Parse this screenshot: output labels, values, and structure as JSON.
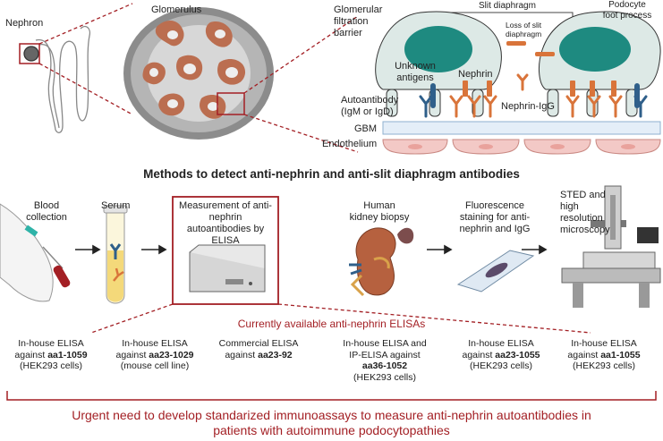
{
  "top": {
    "nephron": "Nephron",
    "glomerulus": "Glomerulus",
    "gfb_line1": "Glomerular",
    "gfb_line2": "filtration",
    "gfb_line3": "barrier",
    "slit_diaphragm": "Slit diaphragm",
    "podocyte_line1": "Podocyte",
    "podocyte_line2": "foot process",
    "loss_line1": "Loss of slit",
    "loss_line2": "diaphragm",
    "unknown_line1": "Unknown",
    "unknown_line2": "antigens",
    "nephrin": "Nephrin",
    "autoantibody_line1": "Autoantibody",
    "autoantibody_line2": "(IgM or IgD)",
    "nephrin_igg": "Nephrin-IgG",
    "gbm": "GBM",
    "endothelium": "Endothelium"
  },
  "methods_title": "Methods to detect anti-nephrin and anti-slit diaphragm antibodies",
  "methods": {
    "blood_line1": "Blood",
    "blood_line2": "collection",
    "serum": "Serum",
    "measure_line1": "Measurement of anti-",
    "measure_line2": "nephrin",
    "measure_line3": "autoantibodies by",
    "measure_line4": "ELISA",
    "kidney_line1": "Human",
    "kidney_line2": "kidney biopsy",
    "fluor_line1": "Fluorescence",
    "fluor_line2": "staining for anti-",
    "fluor_line3": "nephrin and IgG",
    "sted_line1": "STED and",
    "sted_line2": "high",
    "sted_line3": "resolution",
    "sted_line4": "microscopy"
  },
  "elisa_header": "Currently available anti-nephrin ELISAs",
  "elisas": [
    {
      "l1": "In-house ELISA",
      "l2a": "against ",
      "l2b": "aa1-1059",
      "l3a": "(HEK293 cells)",
      "l3b": ""
    },
    {
      "l1": "In-house ELISA",
      "l2a": "against ",
      "l2b": "aa23-1029",
      "l3a": "(mouse cell line)",
      "l3b": ""
    },
    {
      "l1": "Commercial ELISA",
      "l2a": "against ",
      "l2b": "aa23-92",
      "l3a": "",
      "l3b": ""
    },
    {
      "l1": "In-house ELISA and",
      "l2a": "IP-ELISA against",
      "l2b": "",
      "l3a": "",
      "l3b": "aa36-1052",
      "l4": "(HEK293 cells)"
    },
    {
      "l1": "In-house ELISA",
      "l2a": "against ",
      "l2b": "aa23-1055",
      "l3a": "(HEK293 cells)",
      "l3b": ""
    },
    {
      "l1": "In-house ELISA",
      "l2a": "against ",
      "l2b": "aa1-1055",
      "l3a": "(HEK293 cells)",
      "l3b": ""
    }
  ],
  "conclusion_line1": "Urgent need to develop standarized immunoassays to measure anti-nephrin autoantibodies in",
  "conclusion_line2": "patients with autoimmune podocytopathies",
  "colors": {
    "accent_red": "#a31f24",
    "nucleus_teal": "#1e8a80",
    "cell_fill": "#dde9e6",
    "nephrin_orange": "#d9743a",
    "antibody_blue": "#2f5f8a",
    "gbm_fill": "#e4eef8",
    "endothelium_pink": "#f3c9c6"
  },
  "icons": [
    "nephron-icon",
    "glomerulus-icon",
    "podocyte-icon",
    "antibody-icon",
    "arm-icon",
    "tube-icon",
    "elisa-reader-icon",
    "kidney-icon",
    "slide-icon",
    "microscope-icon",
    "arrow-icon"
  ]
}
